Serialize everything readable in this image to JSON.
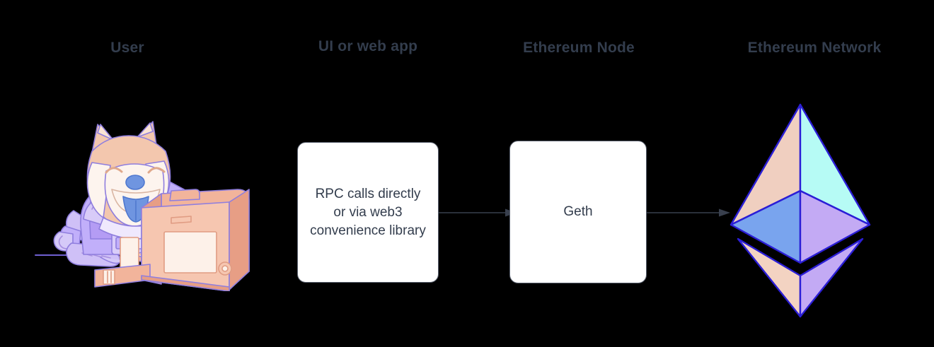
{
  "diagram": {
    "title": "Ethereum stack interaction diagram",
    "background_color": "#000000",
    "header_color": "#333d4d",
    "box_fill": "#ffffff",
    "box_border": "#5b6270",
    "arrow_color": "#39404e",
    "columns": [
      {
        "id": "user",
        "label": "User"
      },
      {
        "id": "ui-or-web-app",
        "label": "UI or web app"
      },
      {
        "id": "ethereum-node",
        "label": "Ethereum Node"
      },
      {
        "id": "ethereum-network",
        "label": "Ethereum Network"
      }
    ],
    "nodes": [
      {
        "id": "webapp",
        "label": "RPC calls directly or via web3 convenience library",
        "lines": [
          "RPC calls directly",
          "or via web3",
          "convenience",
          "library"
        ]
      },
      {
        "id": "geth",
        "label": "Geth",
        "lines": [
          "Geth"
        ]
      }
    ],
    "arrows": [
      {
        "id": "arrow-webapp-to-geth",
        "from": "webapp",
        "to": "geth",
        "direction": "right"
      },
      {
        "id": "arrow-geth-to-network",
        "from": "geth",
        "to": "ethereum-network",
        "direction": "right"
      }
    ],
    "illustrations": [
      {
        "id": "user-illustration",
        "name": "shiba-inu-at-computer-illustration",
        "description": "Shiba Inu dog in a purple spacesuit using a retro desktop computer",
        "colors": {
          "fur": "#f3c7ae",
          "fur_light": "#fae3d4",
          "muzzle": "#fdf4ee",
          "suit": "#bfa8f0",
          "suit_light": "#d8cbf8",
          "suit_shadow": "#a78fe0",
          "nose": "#6f95e0",
          "tongue": "#6f95e0",
          "computer": "#f2b49b",
          "computer_light": "#fadfd3",
          "screen": "#fdf1e9",
          "outline": "#8f7ede"
        }
      }
    ],
    "eth_logo": {
      "id": "ethereum-logo",
      "name": "ethereum-diamond-logo",
      "colors": {
        "top_left": "#f0cfc0",
        "top_right": "#b6fbf5",
        "mid_left": "#79a4ee",
        "mid_right": "#c3aaf4",
        "bottom_left": "#f3d3c2",
        "bottom_right": "#c3aaf4",
        "outline": "#2b1ed6"
      }
    }
  }
}
